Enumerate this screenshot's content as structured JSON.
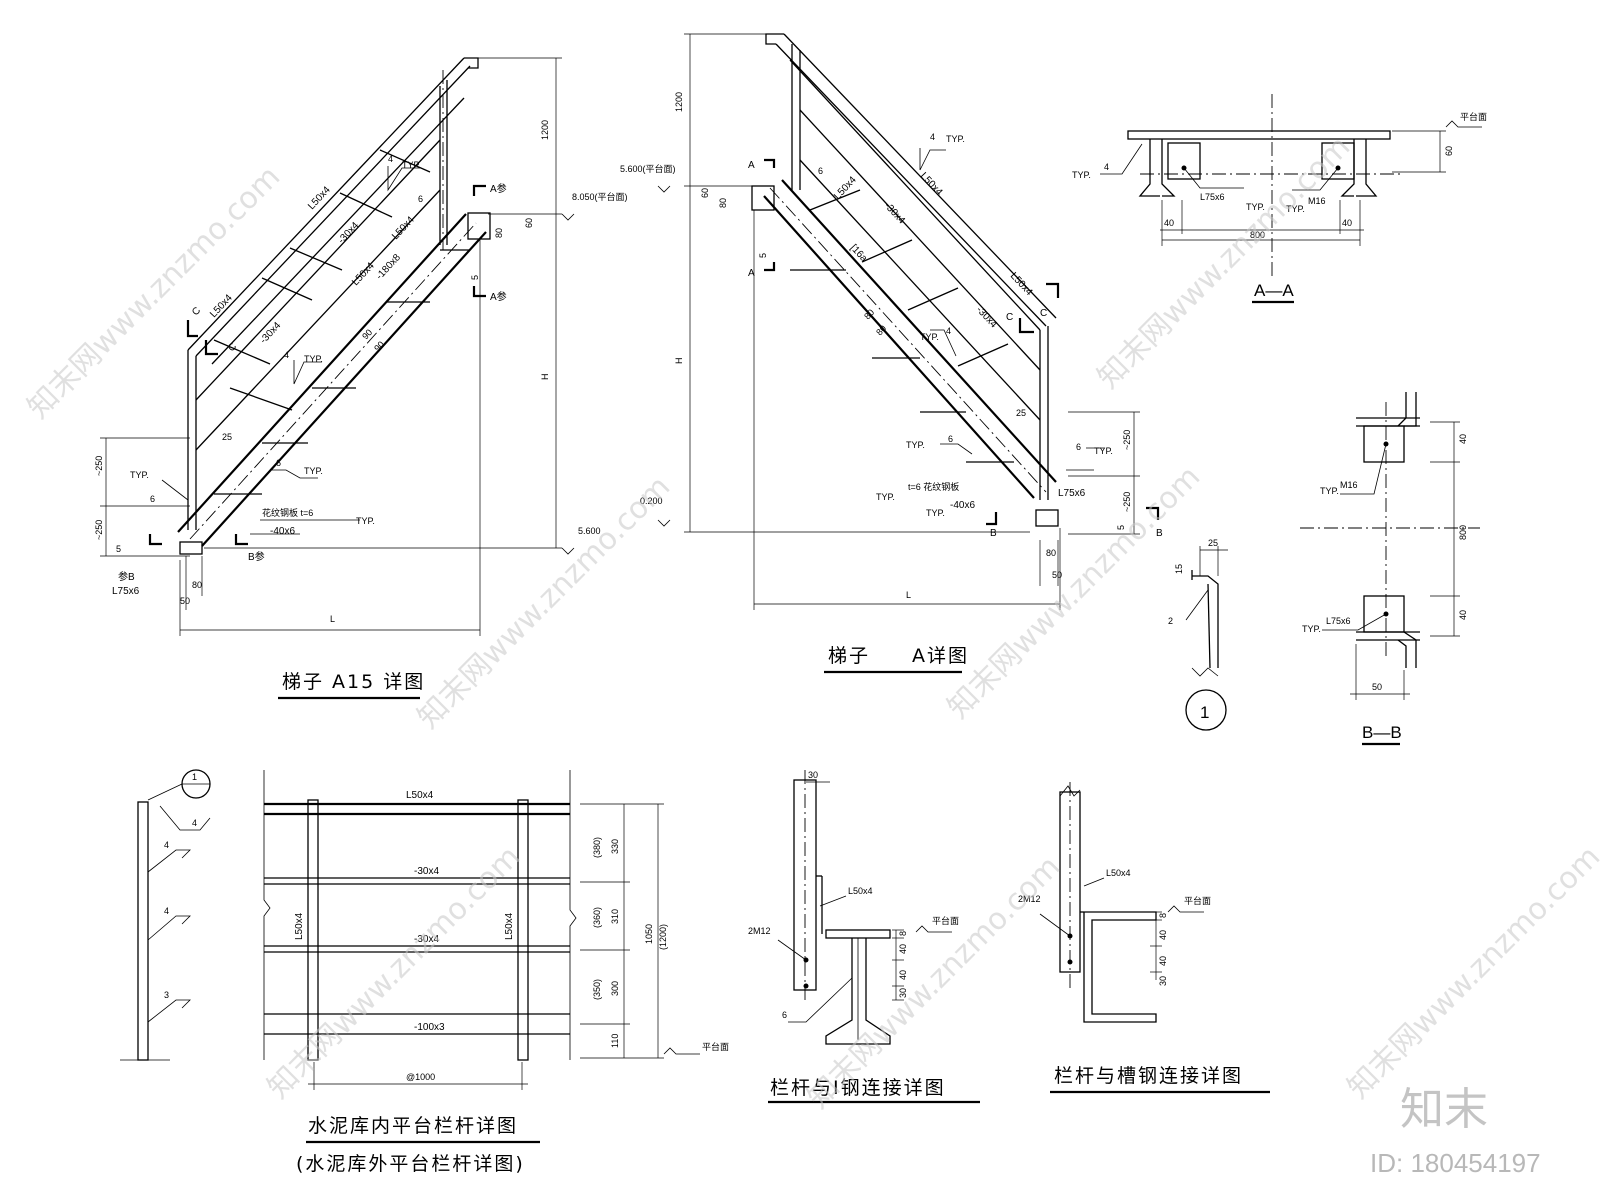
{
  "titles": {
    "ladder_a15": "梯子 A15 详图",
    "ladder_a": "梯子　　A详图",
    "section_aa": "A—A",
    "section_bb": "B—B",
    "detail_1": "1",
    "railing_indoor": "水泥库内平台栏杆详图",
    "railing_outdoor": "(水泥库外平台栏杆详图)",
    "railing_ibeam": "栏杆与I钢连接详图",
    "railing_channel": "栏杆与槽钢连接详图"
  },
  "ladder_a15": {
    "members": [
      "L50x4",
      "L50x4",
      "-30x4",
      "-30x4",
      "L50x4",
      "-180x8",
      "L50x4",
      "-40x6",
      "L75x6"
    ],
    "dims": [
      "1200",
      "H",
      "L",
      "60",
      "80",
      "5",
      "90",
      "90",
      "25",
      "~250",
      "~250",
      "5",
      "80",
      "50",
      "6",
      "6",
      "4",
      "4",
      "6"
    ],
    "elevations": [
      "8.050(平台面)",
      "5.600"
    ],
    "labels": [
      "A参",
      "A参",
      "B参",
      "参B",
      "C",
      "C",
      "TYP.",
      "TYP.",
      "TYP.",
      "TYP.",
      "TYP.",
      "花纹钢板 t=6"
    ]
  },
  "ladder_a": {
    "members": [
      "L50x4",
      "-30x4",
      "[16a",
      "L50x4",
      "L50x4",
      "-30x4",
      "-40x6",
      "L75x6"
    ],
    "dims": [
      "1200",
      "H",
      "L",
      "60",
      "80",
      "6",
      "80",
      "80",
      "5",
      "25",
      "~250",
      "~250",
      "5",
      "80",
      "50",
      "4",
      "4",
      "6",
      "6"
    ],
    "elevations": [
      "5.600(平台面)",
      "0.200"
    ],
    "labels": [
      "A",
      "A",
      "B",
      "B",
      "C",
      "C",
      "TYP.",
      "TYP.",
      "TYP.",
      "TYP.",
      "TYP.",
      "TYP.",
      "t=6 花纹钢板"
    ]
  },
  "section_aa": {
    "labels": [
      "TYP.",
      "4",
      "L75x6",
      "TYP.",
      "TYP.",
      "M16",
      "平台面"
    ],
    "dims": [
      "60",
      "40",
      "800",
      "40"
    ]
  },
  "section_bb": {
    "labels": [
      "TYP.",
      "M16",
      "TYP.",
      "L75x6"
    ],
    "dims": [
      "40",
      "800",
      "40",
      "50"
    ]
  },
  "detail_1": {
    "dims": [
      "25",
      "15",
      "2"
    ]
  },
  "railing_indoor": {
    "members": [
      "L50x4",
      "-30x4",
      "-30x4",
      "-100x3",
      "L50x4",
      "L50x4"
    ],
    "dims": [
      "330",
      "(380)",
      "310",
      "(360)",
      "300",
      "(350)",
      "110",
      "1050",
      "(1200)",
      "@1000"
    ],
    "labels": [
      "平台面",
      "4",
      "4",
      "4",
      "3",
      "1"
    ]
  },
  "railing_ibeam": {
    "labels": [
      "L50x4",
      "2M12",
      "平台面",
      "6"
    ],
    "dims": [
      "30",
      "8",
      "40",
      "40",
      "30"
    ]
  },
  "railing_channel": {
    "labels": [
      "L50x4",
      "2M12",
      "平台面"
    ],
    "dims": [
      "8",
      "40",
      "40",
      "30"
    ]
  },
  "watermark": {
    "logo": "知末",
    "id": "ID: 180454197",
    "site": "知末网www.znzmo.com"
  }
}
